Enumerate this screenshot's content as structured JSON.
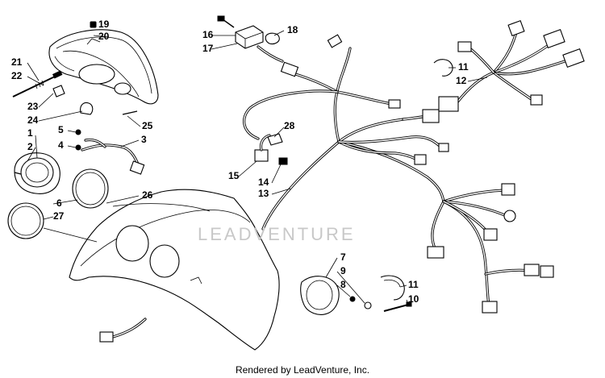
{
  "callouts": {
    "c1": "1",
    "c2": "2",
    "c3": "3",
    "c4": "4",
    "c5": "5",
    "c6": "6",
    "c7": "7",
    "c8": "8",
    "c9": "9",
    "c10": "10",
    "c11a": "11",
    "c11b": "11",
    "c12": "12",
    "c13": "13",
    "c14": "14",
    "c15": "15",
    "c16": "16",
    "c17": "17",
    "c18": "18",
    "c19": "19",
    "c20": "20",
    "c21": "21",
    "c22": "22",
    "c23": "23",
    "c24": "24",
    "c25": "25",
    "c26": "26",
    "c27": "27",
    "c28": "28"
  },
  "watermark": "LEADVENTURE",
  "footer": "Rendered by LeadVenture, Inc."
}
